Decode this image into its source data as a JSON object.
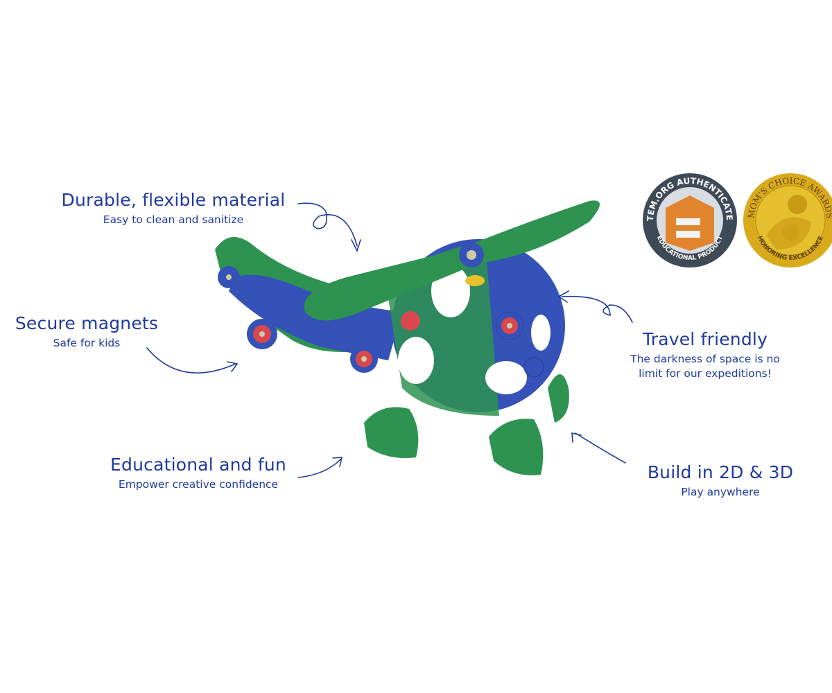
{
  "features": [
    {
      "title": "Durable, flexible material",
      "subtitle": "Easy to clean and sanitize"
    },
    {
      "title": "Secure magnets",
      "subtitle": "Safe for kids"
    },
    {
      "title": "Educational and fun",
      "subtitle": "Empower creative confidence"
    },
    {
      "title": "Travel friendly",
      "subtitle": "The darkness of space is no limit for our expeditions!"
    },
    {
      "title": "Build in 2D & 3D",
      "subtitle": "Play anywhere"
    }
  ],
  "badges": {
    "stem": {
      "top": "STEM.ORG AUTHENTICATED",
      "bottom": "EDUCATIONAL PRODUCT"
    },
    "moms": {
      "top": "MOM'S CHOICE AWARDS",
      "bottom": "HONORING EXCELLENCE"
    }
  },
  "colors": {
    "text": "#1e3a9e",
    "blue": "#3552b8",
    "green": "#2e9350",
    "red": "#d9484f",
    "orange": "#e0852e",
    "gold": "#d9ab1c"
  }
}
